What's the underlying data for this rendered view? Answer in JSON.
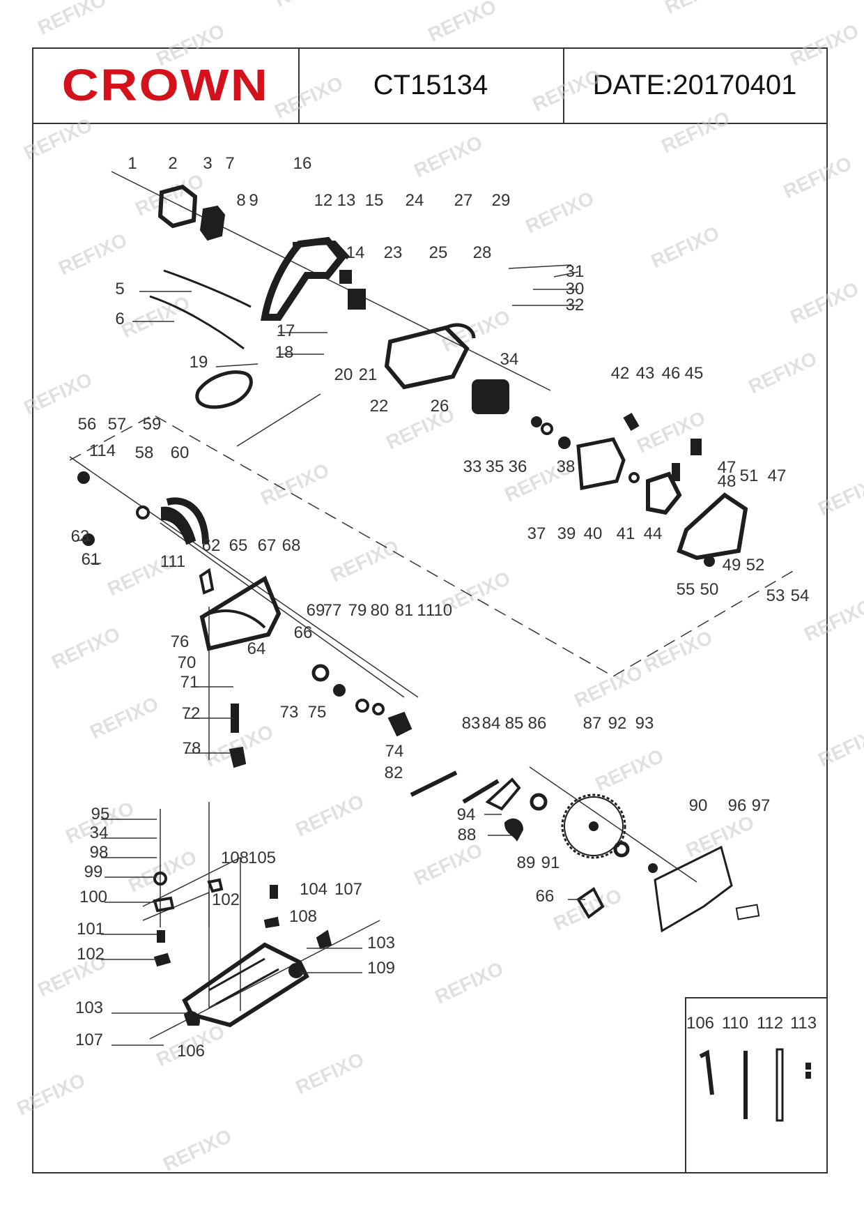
{
  "header": {
    "brand": "CROWN",
    "model": "CT15134",
    "date": "DATE:20170401"
  },
  "colors": {
    "brand": "#d3121b",
    "line": "#333333",
    "part": "#1e1e1e"
  },
  "watermark": "REFIXO",
  "callouts": [
    "1",
    "2",
    "3",
    "7",
    "8",
    "9",
    "16",
    "12",
    "13",
    "15",
    "24",
    "27",
    "29",
    "14",
    "23",
    "25",
    "28",
    "31",
    "30",
    "32",
    "5",
    "6",
    "17",
    "18",
    "19",
    "20",
    "21",
    "22",
    "26",
    "34",
    "42",
    "43",
    "46",
    "45",
    "33",
    "35",
    "36",
    "37",
    "38",
    "39",
    "40",
    "41",
    "44",
    "47",
    "48",
    "51",
    "47",
    "55",
    "50",
    "49",
    "52",
    "53",
    "54",
    "56",
    "57",
    "59",
    "114",
    "58",
    "60",
    "63",
    "61",
    "111",
    "62",
    "65",
    "67",
    "68",
    "69",
    "77",
    "79",
    "80",
    "81",
    "1",
    "110",
    "66",
    "76",
    "64",
    "70",
    "71",
    "72",
    "73",
    "75",
    "78",
    "74",
    "82",
    "83",
    "84",
    "85",
    "86",
    "87",
    "92",
    "93",
    "94",
    "88",
    "89",
    "91",
    "90",
    "96",
    "97",
    "66",
    "95",
    "34",
    "98",
    "99",
    "100",
    "101",
    "102",
    "103",
    "107",
    "108",
    "105",
    "102",
    "104",
    "107",
    "108",
    "103",
    "106",
    "109",
    "106",
    "110",
    "112",
    "113",
    "56"
  ]
}
